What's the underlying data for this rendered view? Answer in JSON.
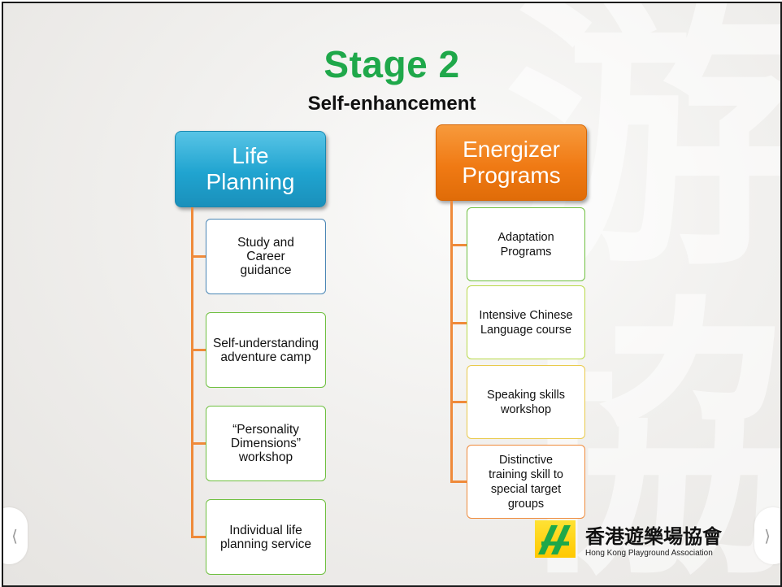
{
  "slide": {
    "title": "Stage 2",
    "subtitle": "Self-enhancement"
  },
  "left_column": {
    "header": "Life Planning",
    "items": [
      "Study and Career guidance",
      "Self-understanding adventure camp",
      "“Personality Dimensions” workshop",
      "Individual life planning service"
    ]
  },
  "right_column": {
    "header": "Energizer Programs",
    "items": [
      "Adaptation Programs",
      "Intensive Chinese Language course",
      "Speaking skills workshop",
      "Distinctive training skill to special target groups"
    ]
  },
  "navigation": {
    "prev_glyph": "⟨",
    "next_glyph": "⟩"
  },
  "logo": {
    "chinese_name": "香港遊樂場協會",
    "english_name": "Hong Kong Playground Association"
  },
  "colors": {
    "title": "#1fa84a",
    "life_planning_header": "#20a4d0",
    "energizer_header": "#f07a14",
    "connector": "#ef8a3a"
  }
}
